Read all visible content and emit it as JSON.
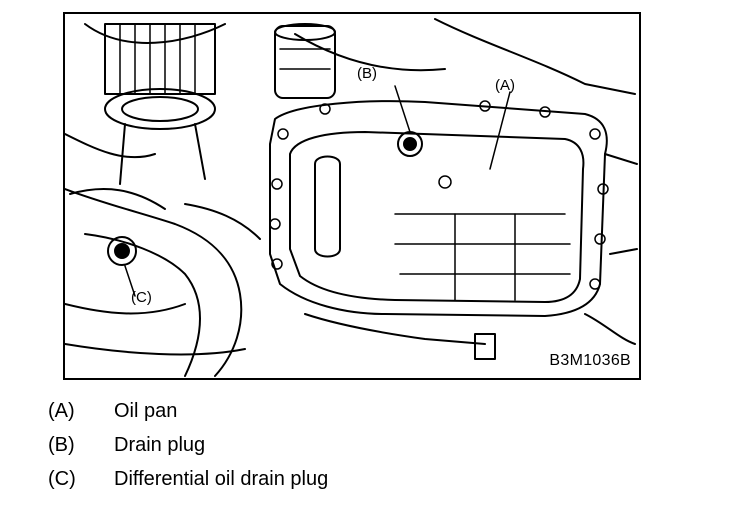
{
  "figure": {
    "code": "B3M1036B",
    "callouts": {
      "a": "(A)",
      "b": "(B)",
      "c": "(C)"
    }
  },
  "legend": [
    {
      "key": "(A)",
      "text": "Oil pan"
    },
    {
      "key": "(B)",
      "text": "Drain plug"
    },
    {
      "key": "(C)",
      "text": "Differential oil drain plug"
    }
  ]
}
